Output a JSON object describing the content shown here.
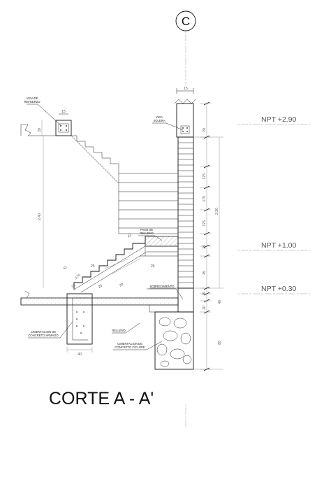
{
  "axis_marker": "C",
  "title": "CORTE  A - A'",
  "levels": {
    "npt_290": "NPT  +2.90",
    "npt_100": "NPT  +1.00",
    "npt_030": "NPT  +0.30"
  },
  "labels": {
    "viga_refuerzo": [
      "VIGA DE",
      "REFUERZO"
    ],
    "viga_solera": [
      "VIGA",
      "SOLERA"
    ],
    "paso_relleno": [
      "PASO DE",
      "RELLENO"
    ],
    "sobrecimiento": "SOBRECIMIENTO",
    "cimentacion_armado": [
      "CIMENTACION DE",
      "CONCRETO ARMADO"
    ],
    "relleno": "RELLENO",
    "cimentacion_ciclope": [
      "CIMENTACION DE",
      "CONCRETO CICLOPE"
    ]
  },
  "dims": {
    "top_15": "15",
    "wall_15": "15",
    "beam_20": "20",
    "height_240": "2.40",
    "wall_20": "20",
    "height_230": "2.30",
    "s175": ".175",
    "s25": "25",
    "s45": "45",
    "s15": "15",
    "s20": "20",
    "s40": "40",
    "s80": "80",
    "foot_40": "40",
    "d42": "42",
    "d30": "30",
    "d175a": ".175",
    "d25": "25",
    "d25b": "25",
    "d10": "10",
    "d20": "20"
  },
  "colors": {
    "line": "#111111",
    "annotation": "#555555",
    "hatch": "#666666"
  }
}
